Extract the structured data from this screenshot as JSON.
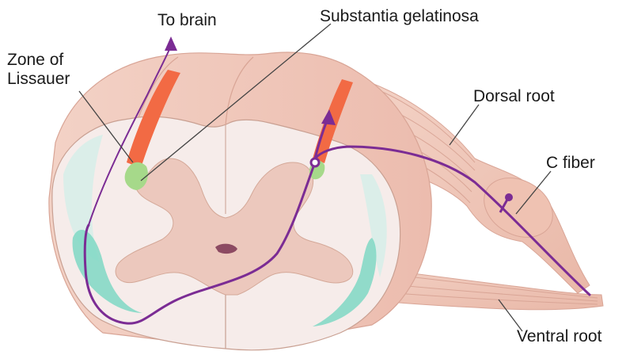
{
  "labels": {
    "to_brain": "To brain",
    "substantia_gelatinosa": "Substantia gelatinosa",
    "zone_of_lissauer_line1": "Zone of",
    "zone_of_lissauer_line2": "Lissauer",
    "dorsal_root": "Dorsal root",
    "c_fiber": "C fiber",
    "ventral_root": "Ventral root"
  },
  "colors": {
    "white_matter": "#f6ecea",
    "gray_matter": "#ecc8bd",
    "tract": "#f26a44",
    "substantia_gelatinosa": "#a6d98a",
    "ventral_tract": "#7fd8c4",
    "nerve_root": "#f1cabc",
    "pathway": "#7b2c94",
    "leader_line": "#444444"
  }
}
